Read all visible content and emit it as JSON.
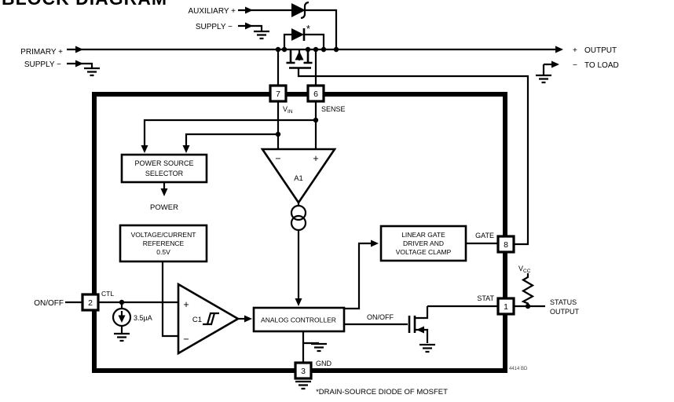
{
  "colors": {
    "ink": "#000000",
    "background": "#ffffff",
    "part_code_ink": "#444444"
  },
  "title_partial": "BLOCK DIAGRAM",
  "external": {
    "primary_label_line1": "PRIMARY +",
    "primary_label_line2": "SUPPLY −",
    "auxiliary_label_line1": "AUXILIARY +",
    "auxiliary_label_line2": "SUPPLY −",
    "output_plus": "+",
    "output_label": "OUTPUT",
    "output_minus": "−",
    "output_label2": "TO LOAD",
    "onoff_label": "ON/OFF",
    "status_label_line1": "STATUS",
    "status_label_line2": "OUTPUT",
    "vcc_prefix": "V",
    "vcc_sub": "CC",
    "body_diode_asterisk": "*"
  },
  "pins": {
    "p7": {
      "number": "7",
      "name_prefix": "V",
      "name_sub": "IN"
    },
    "p6": {
      "number": "6",
      "name": "SENSE"
    },
    "p2": {
      "number": "2",
      "name": "CTL"
    },
    "p8": {
      "number": "8",
      "name": "GATE"
    },
    "p1": {
      "number": "1",
      "name": "STAT"
    },
    "p3": {
      "number": "3",
      "name": "GND"
    }
  },
  "blocks": {
    "power_source_selector": {
      "line1": "POWER SOURCE",
      "line2": "SELECTOR",
      "output_label": "POWER"
    },
    "reference": {
      "line1": "VOLTAGE/CURRENT",
      "line2": "REFERENCE",
      "line3": "0.5V"
    },
    "a1": {
      "label": "A1",
      "minus": "−",
      "plus": "+"
    },
    "c1": {
      "label": "C1",
      "plus": "+",
      "minus": "−"
    },
    "analog_controller": {
      "label": "ANALOG CONTROLLER",
      "gate_signal_label": "ON/OFF"
    },
    "gate_driver": {
      "line1": "LINEAR GATE",
      "line2": "DRIVER AND",
      "line3": "VOLTAGE CLAMP"
    }
  },
  "current_source_label": "3.5µA",
  "footnote": "*DRAIN-SOURCE DIODE OF MOSFET",
  "part_code": "4414 BD"
}
